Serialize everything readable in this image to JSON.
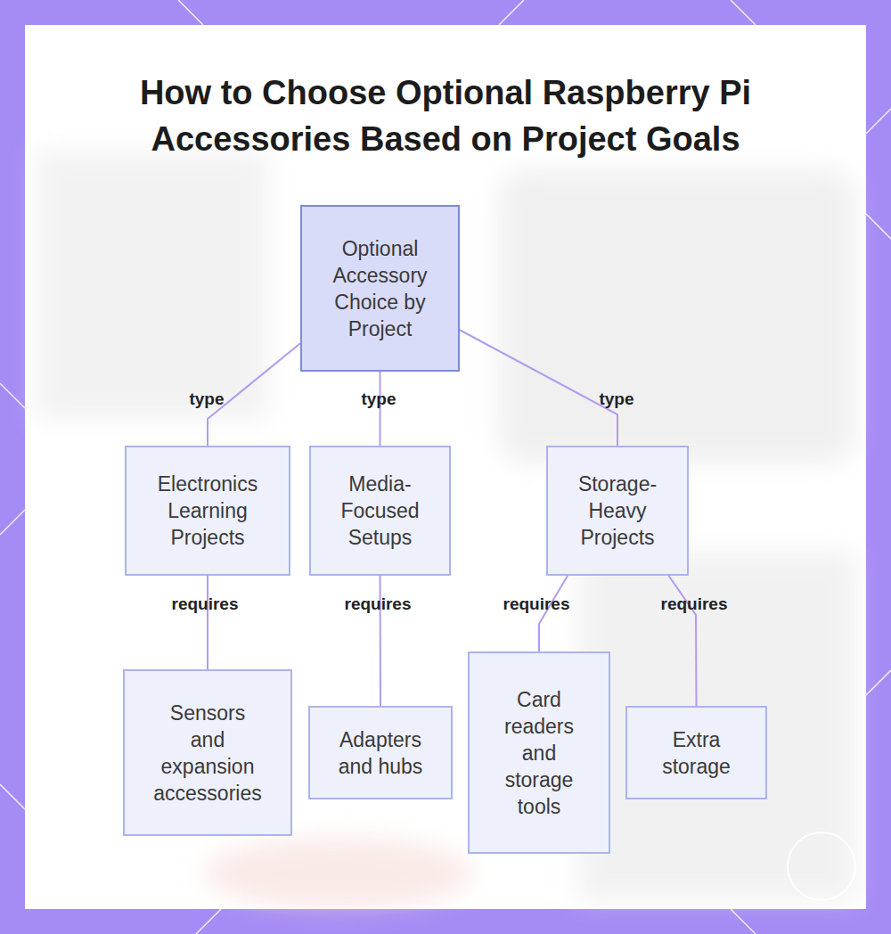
{
  "diagram": {
    "title": "How to Choose Optional Raspberry Pi Accessories Based on Project Goals",
    "nodes": [
      {
        "text": [
          "Optional Accessory Choice by Project"
        ]
      },
      {
        "text": [
          "Electronics Learning Projects"
        ]
      },
      {
        "text": [
          "Media-Focused Setups"
        ]
      },
      {
        "text": [
          "Storage-Heavy Projects"
        ]
      },
      {
        "text": [
          "Sensors and expansion accessories"
        ]
      },
      {
        "text": [
          "Adapters and hubs"
        ]
      },
      {
        "text": [
          "Card readers and storage tools"
        ]
      },
      {
        "text": [
          "Extra storage"
        ]
      }
    ],
    "edges": [
      {
        "from": 0,
        "to": 1,
        "label": "type",
        "arrow": "none"
      },
      {
        "from": 0,
        "to": 2,
        "label": "type",
        "arrow": "none"
      },
      {
        "from": 0,
        "to": 3,
        "label": "type",
        "arrow": "none"
      },
      {
        "from": 1,
        "to": 4,
        "label": "requires",
        "arrow": "none"
      },
      {
        "from": 2,
        "to": 5,
        "label": "requires",
        "arrow": "none"
      },
      {
        "from": 3,
        "to": 6,
        "label": "requires",
        "arrow": "none"
      },
      {
        "from": 3,
        "to": 7,
        "label": "requires",
        "arrow": "none"
      }
    ]
  }
}
